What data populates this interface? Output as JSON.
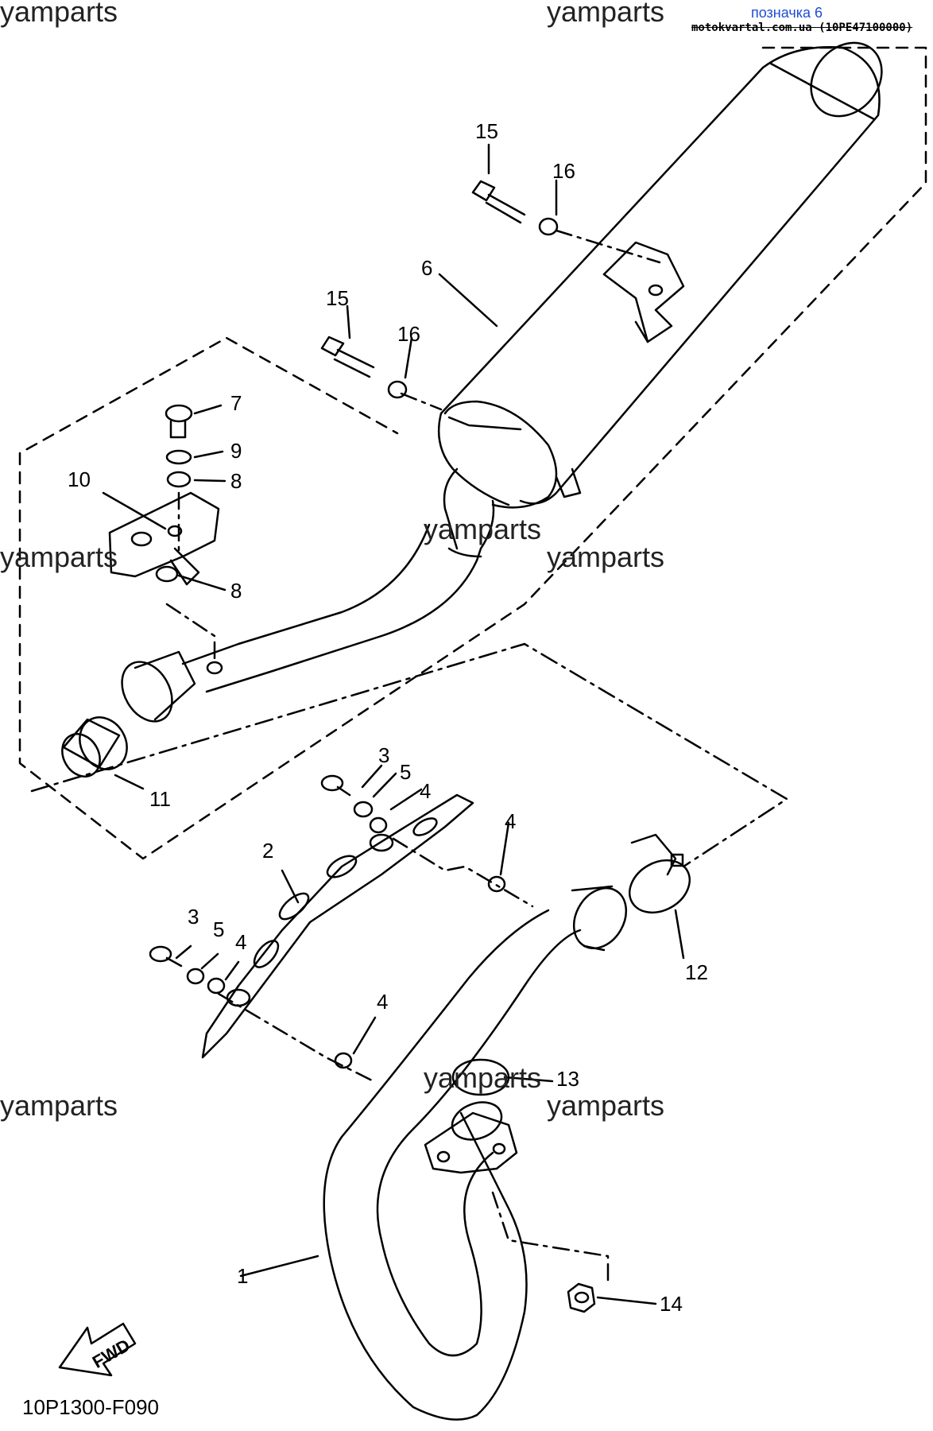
{
  "header": {
    "ref_label": "позначка 6",
    "ref_site": "motokvartal.com.ua (10PE47100000)"
  },
  "watermarks": [
    "yamparts",
    "yamparts",
    "yamparts",
    "yamparts",
    "yamparts",
    "yamparts",
    "yamparts",
    "yamparts"
  ],
  "callouts": [
    "1",
    "2",
    "3",
    "3",
    "4",
    "4",
    "4",
    "4",
    "5",
    "5",
    "6",
    "7",
    "8",
    "8",
    "9",
    "10",
    "11",
    "12",
    "13",
    "14",
    "15",
    "15",
    "16",
    "16"
  ],
  "fwd_label": "FWD",
  "diagram_code": "10P1300-F090"
}
